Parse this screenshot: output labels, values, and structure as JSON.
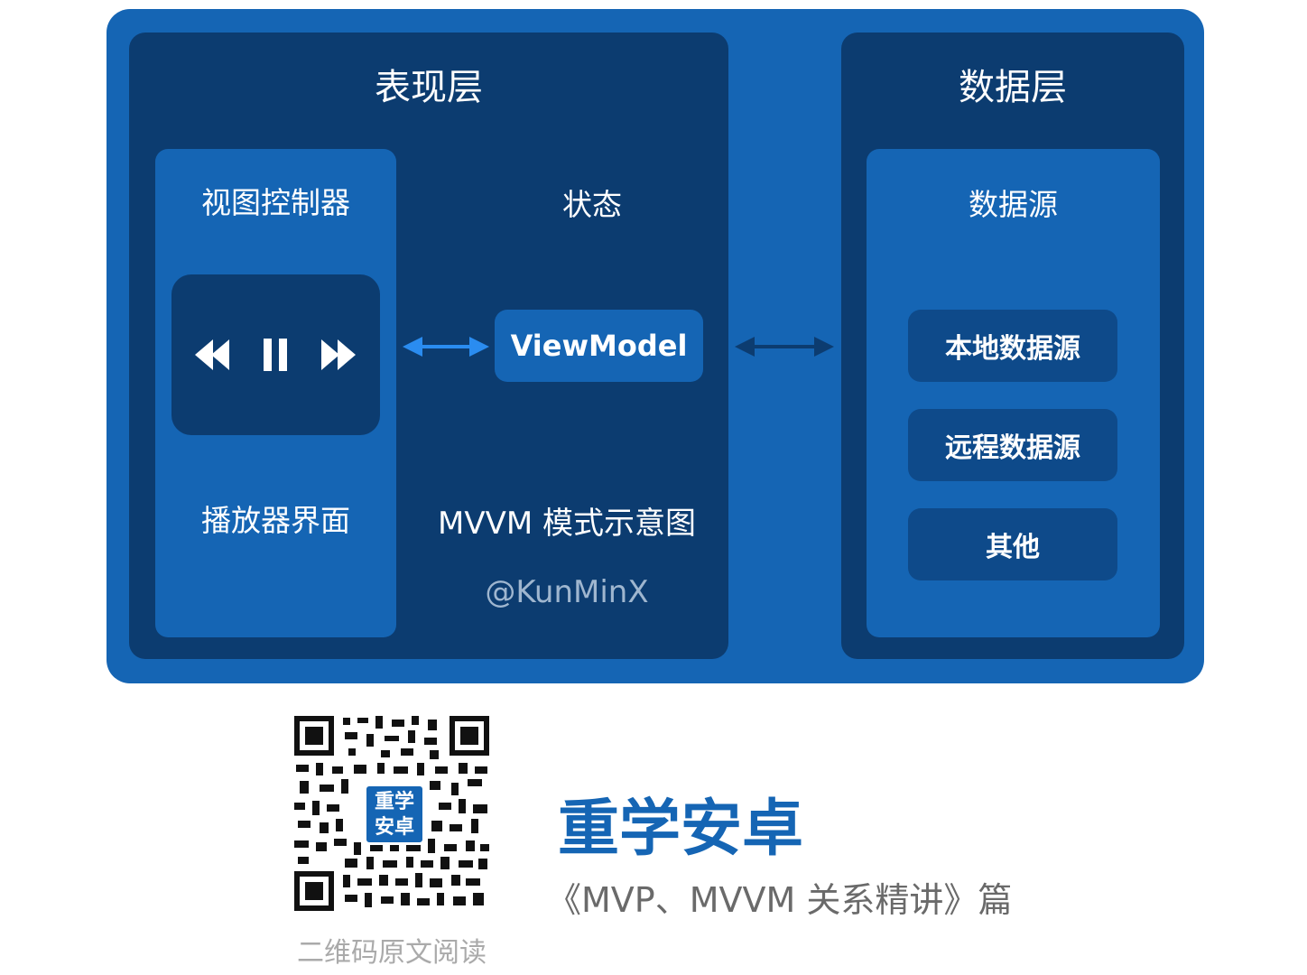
{
  "presentation_layer": {
    "title": "表现层",
    "view_controller": {
      "title": "视图控制器",
      "player_label": "播放器界面"
    },
    "state": {
      "title": "状态",
      "viewmodel_label": "ViewModel"
    },
    "caption": "MVVM 模式示意图",
    "author": "@KunMinX"
  },
  "data_layer": {
    "title": "数据层",
    "data_source": {
      "title": "数据源",
      "items": [
        "本地数据源",
        "远程数据源",
        "其他"
      ]
    }
  },
  "footer": {
    "qr_badge_line1": "重学",
    "qr_badge_line2": "安卓",
    "qr_caption": "二维码原文阅读",
    "brand": "重学安卓",
    "article": "《MVP、MVVM 关系精讲》篇"
  },
  "colors": {
    "outer": "#1565b4",
    "panel": "#0c3c70",
    "arrow_light": "#2a8cf0",
    "arrow_dark": "#0c3c70"
  },
  "icons": [
    "rewind-icon",
    "pause-icon",
    "fast-forward-icon"
  ]
}
